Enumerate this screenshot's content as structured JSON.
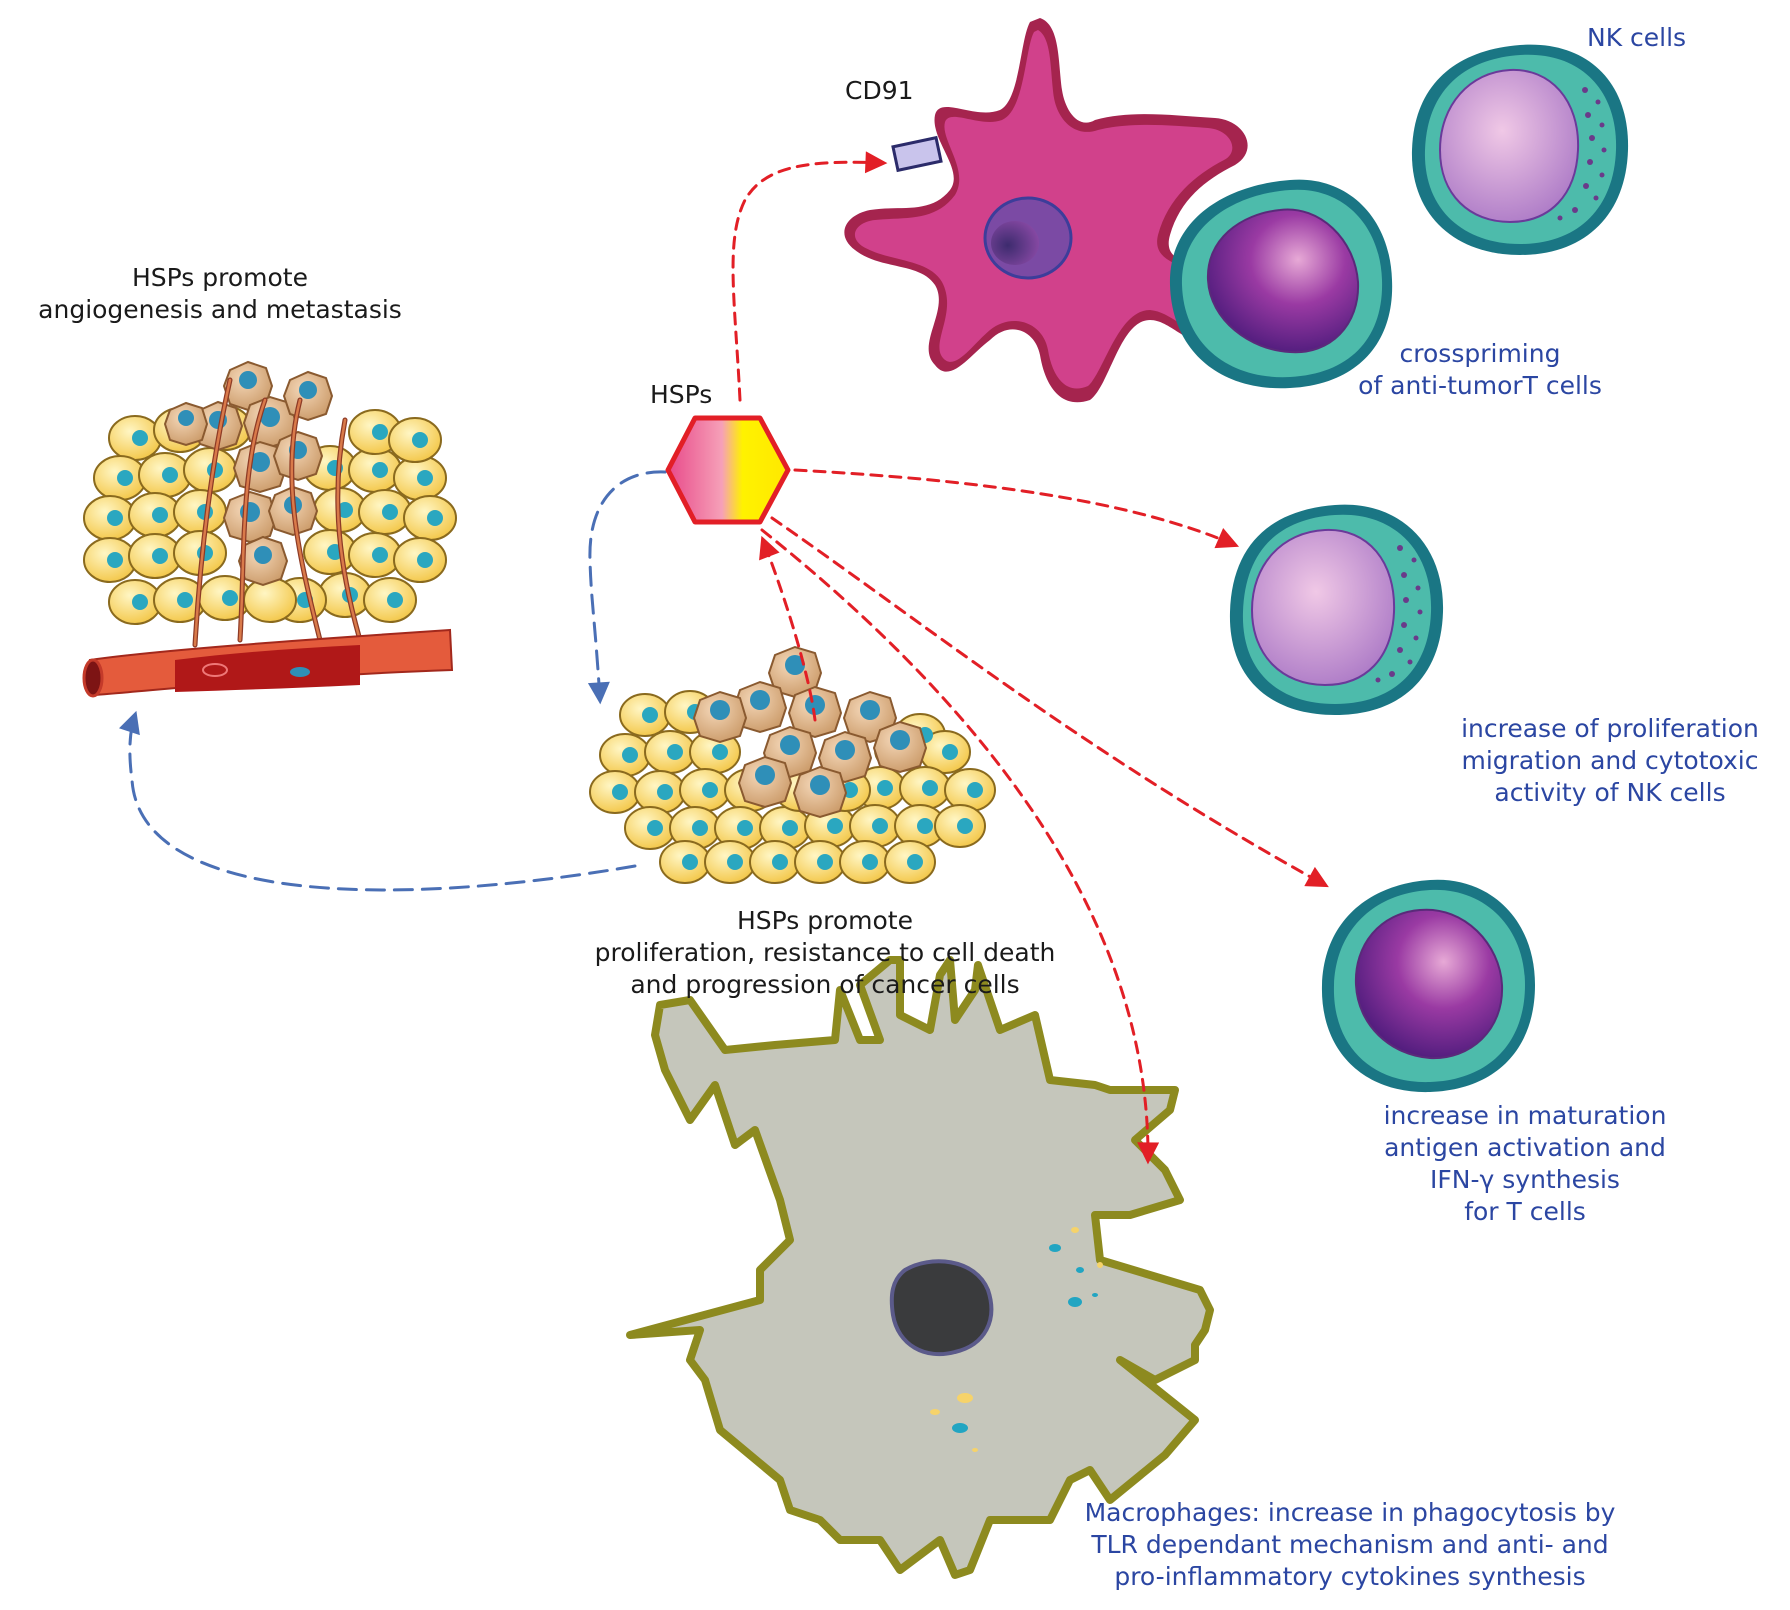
{
  "colors": {
    "red_arrow": "#e21f26",
    "blue_arrow": "#4a6fb5",
    "blue_text": "#2b46a2",
    "dark_text": "#1a1a1a",
    "dendritic_cell": "#c63a7e",
    "lymphocyte_ring": "#4dbbab",
    "macrophage": "#c5c6bb"
  },
  "labels": {
    "cd91": "CD91",
    "nk_cells": "NK cells",
    "hsps": "HSPs",
    "angio": [
      "HSPs promote",
      "angiogenesis and metastasis"
    ],
    "crosspriming": [
      "crosspriming",
      "of anti-tumorT cells"
    ],
    "nk_activity": [
      "increase of proliferation",
      "migration and cytotoxic",
      "activity of NK cells"
    ],
    "t_cells": [
      "increase in maturation",
      "antigen activation and",
      "IFN-γ synthesis",
      "for T cells"
    ],
    "proliferation": [
      "HSPs promote",
      "proliferation, resistance to cell death",
      "and progression of cancer cells"
    ],
    "macrophages": [
      "Macrophages: increase in phagocytosis by",
      "TLR dependant mechanism and anti- and",
      "pro-inflammatory cytokines synthesis"
    ]
  },
  "icons": [
    "dendritic-cell",
    "t-cell",
    "nk-cell",
    "hsp-hexagon",
    "tumor-mass",
    "blood-vessel",
    "macrophage"
  ]
}
